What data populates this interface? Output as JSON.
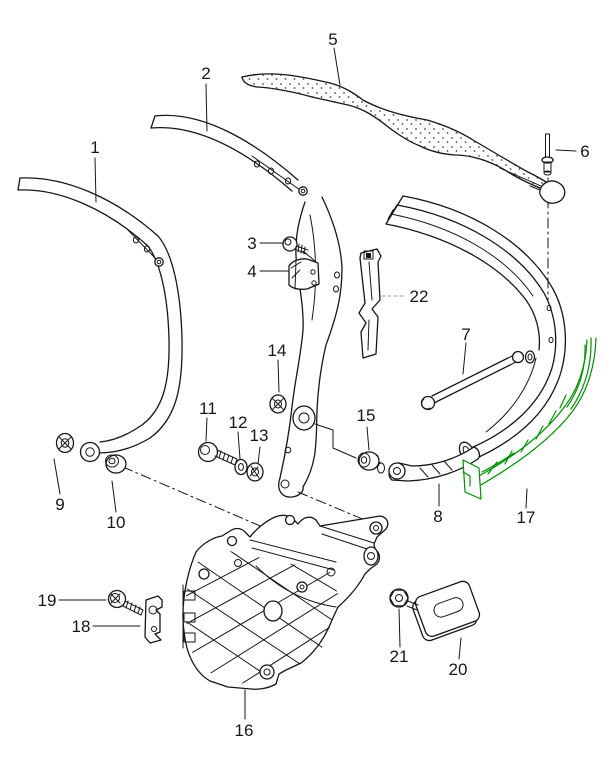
{
  "page": {
    "background": "#ffffff"
  },
  "diagram": {
    "type": "exploded-parts-diagram-convertible-top-frame",
    "line_color": "#161616",
    "seal_color": "#009100",
    "dashed_leader_color": "#9a9a9a",
    "labels": {
      "1": "1",
      "2": "2",
      "3": "3",
      "4": "4",
      "5": "5",
      "6": "6",
      "7": "7",
      "8": "8",
      "9": "9",
      "10": "10",
      "11": "11",
      "12": "12",
      "13": "13",
      "14": "14",
      "15": "15",
      "16": "16",
      "17": "17",
      "18": "18",
      "19": "19",
      "20": "20",
      "21": "21",
      "22": "22"
    }
  }
}
